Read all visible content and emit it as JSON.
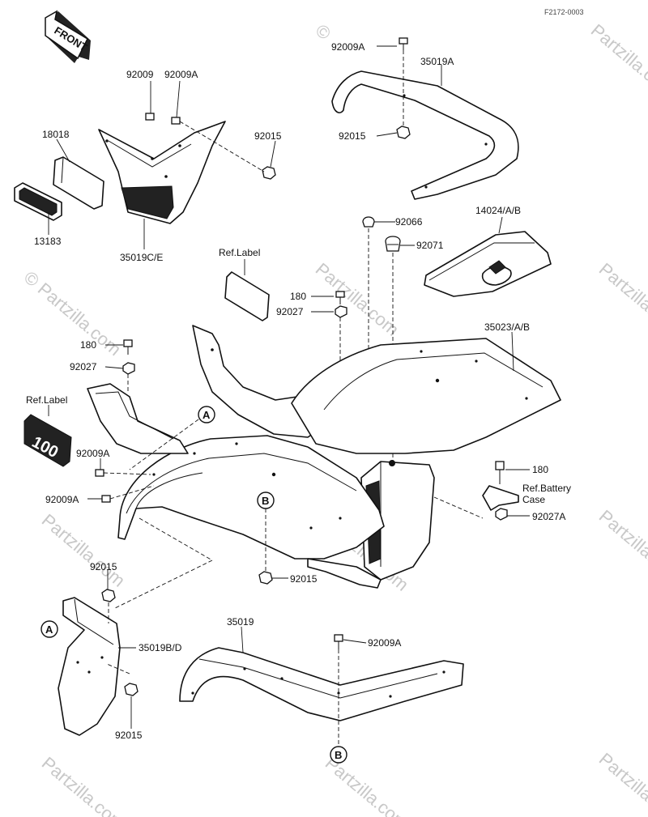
{
  "diagram_code": "F2172-0003",
  "front_arrow": "FRONT",
  "watermark": {
    "brand": "© Partzilla.com",
    "symbol": "©",
    "site": "Partzilla.com"
  },
  "labels": {
    "p92009A_top": "92009A",
    "p35019A": "35019A",
    "p92015_top": "92015",
    "p92009_left": "92009",
    "p92009A_left": "92009A",
    "p18018": "18018",
    "p92015_left": "92015",
    "p13183": "13183",
    "p35019CE": "35019C/E",
    "p92066": "92066",
    "p14024": "14024/A/B",
    "p92071": "92071",
    "ref_label_1": "Ref.Label",
    "p180_mid": "180",
    "p92027_mid": "92027",
    "p35023": "35023/A/B",
    "p180_left": "180",
    "p92027_left": "92027",
    "ref_label_2": "Ref.Label",
    "p92009A_a": "92009A",
    "p92009A_b": "92009A",
    "p180_right": "180",
    "ref_battery_1": "Ref.Battery",
    "ref_battery_2": "Case",
    "p92027A": "92027A",
    "p92015_center": "92015",
    "p92015_bl_top": "92015",
    "p35019BD": "35019B/D",
    "p92015_bl_bottom": "92015",
    "p35019": "35019",
    "p92009A_bottom": "92009A"
  },
  "callouts": {
    "A1": "A",
    "B1": "B",
    "A2": "A",
    "B2": "B"
  },
  "plate_text": "100"
}
